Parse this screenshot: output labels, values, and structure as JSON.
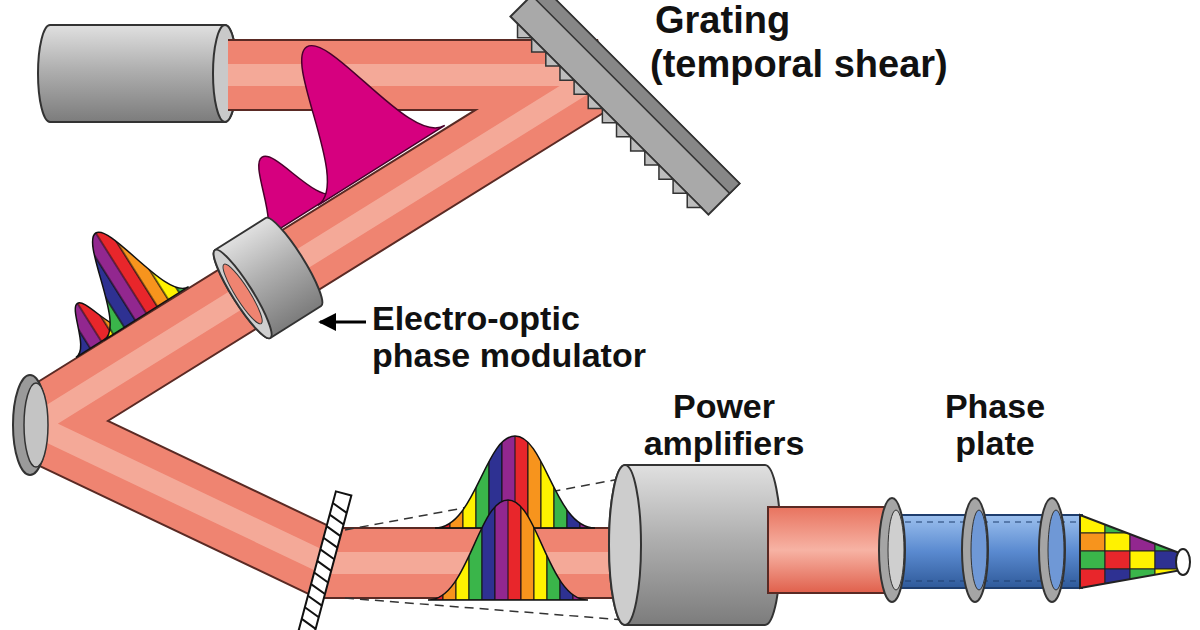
{
  "diagram": {
    "labels": [
      "Grating",
      "(temporal shear)",
      "Electro-optic phase modulator",
      "Power amplifiers",
      "Phase plate"
    ]
  }
}
